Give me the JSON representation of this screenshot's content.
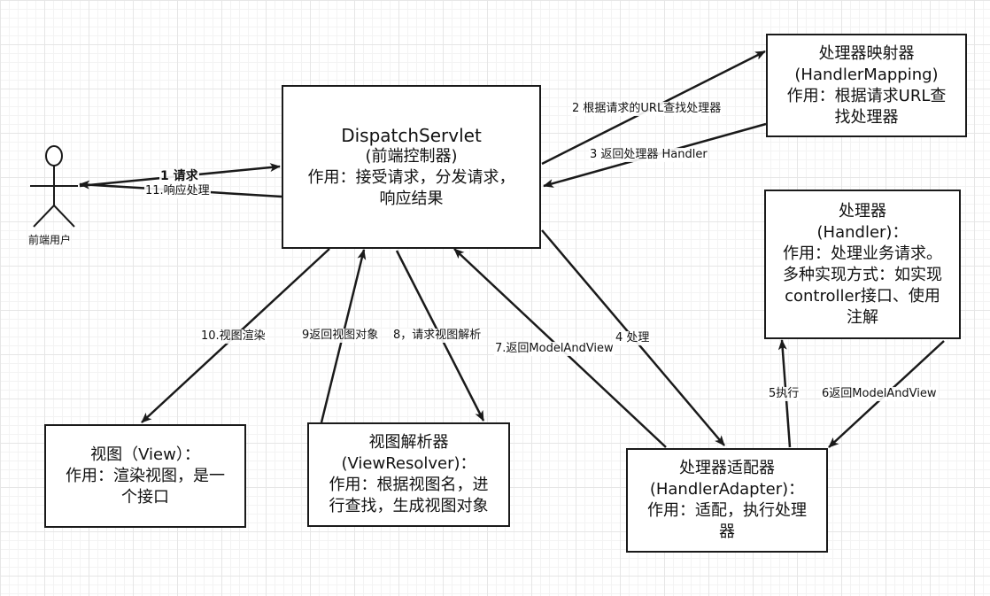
{
  "actor": {
    "label": "前端用户"
  },
  "dispatcher": {
    "title": "DispatchServlet",
    "subtitle": "(前端控制器)",
    "line1": "作用：接受请求，分发请求，",
    "line2": "响应结果"
  },
  "handler_mapping": {
    "title": "处理器映射器",
    "subtitle": "(HandlerMapping)",
    "line1": "作用：根据请求URL查",
    "line2": "找处理器"
  },
  "handler": {
    "title": "处理器",
    "subtitle": "(Handler)：",
    "line1": "作用：处理业务请求。",
    "line2": "多种实现方式：如实现",
    "line3": "controller接口、使用",
    "line4": "注解"
  },
  "handler_adapter": {
    "title": "处理器适配器",
    "subtitle": "(HandlerAdapter)：",
    "line1": "作用：适配，执行处理",
    "line2": "器"
  },
  "view_resolver": {
    "title": "视图解析器",
    "subtitle": "(ViewResolver)：",
    "line1": "作用：根据视图名，进",
    "line2": "行查找，生成视图对象"
  },
  "view": {
    "title": "视图（View）：",
    "line1": "作用：渲染视图，是一",
    "line2": "个接口"
  },
  "edges": {
    "e1": "1 请求",
    "e2": "2 根据请求的URL查找处理器",
    "e3": "3 返回处理器 Handler",
    "e4": "4 处理",
    "e5": "5执行",
    "e6": "6返回ModelAndView",
    "e7": "7.返回ModelAndView",
    "e8": "8，请求视图解析",
    "e9": "9返回视图对象",
    "e10": "10.视图渲染",
    "e11": "11.响应处理"
  }
}
